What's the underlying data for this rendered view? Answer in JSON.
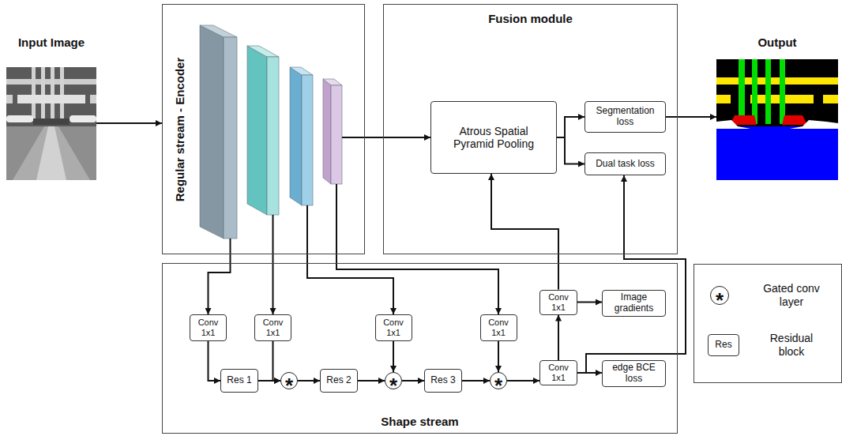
{
  "diagram": {
    "nodes": [
      {
        "text": [
          "Input Image"
        ]
      },
      {
        "text": [
          "Regular stream - Encoder"
        ]
      },
      {
        "text": [
          "Fusion module"
        ]
      },
      {
        "text": [
          "Atrous Spatial Pyramid Pooling"
        ],
        "in": 2
      },
      {
        "text": [
          "Segmentation loss"
        ],
        "in": 2
      },
      {
        "text": [
          "Dual task loss"
        ],
        "in": 2
      },
      {
        "text": [
          "Output"
        ]
      },
      {
        "text": [
          "Shape stream"
        ]
      },
      {
        "text": [
          "Conv 1x1"
        ],
        "in": 7
      },
      {
        "text": [
          "Conv 1x1"
        ],
        "in": 7
      },
      {
        "text": [
          "Conv 1x1"
        ],
        "in": 7
      },
      {
        "text": [
          "Conv 1x1"
        ],
        "in": 7
      },
      {
        "text": [
          "Conv 1x1"
        ],
        "in": 7
      },
      {
        "text": [
          "Image gradients"
        ],
        "in": 7
      },
      {
        "text": [
          "Res 1"
        ],
        "in": 7
      },
      {
        "text": [
          "*"
        ],
        "in": 7
      },
      {
        "text": [
          "Res 2"
        ],
        "in": 7
      },
      {
        "text": [
          "*"
        ],
        "in": 7
      },
      {
        "text": [
          "Res 3"
        ],
        "in": 7
      },
      {
        "text": [
          "*"
        ],
        "in": 7
      },
      {
        "text": [
          "Conv 1x1"
        ],
        "in": 7
      },
      {
        "text": [
          "edge BCE loss"
        ],
        "in": 7
      }
    ],
    "edges": [
      {
        "from": 0,
        "to": 1,
        "arrow": "to"
      },
      {
        "from": 1,
        "to": 3,
        "arrow": "to"
      },
      {
        "from": 3,
        "to": 4,
        "arrow": "to"
      },
      {
        "from": 3,
        "to": 5,
        "arrow": "to"
      },
      {
        "from": 4,
        "to": 6,
        "arrow": "to"
      },
      {
        "from": 1,
        "to": 8,
        "arrow": "to"
      },
      {
        "from": 1,
        "to": 9,
        "arrow": "to"
      },
      {
        "from": 1,
        "to": 10,
        "arrow": "to"
      },
      {
        "from": 1,
        "to": 11,
        "arrow": "to"
      },
      {
        "from": 8,
        "to": 14,
        "arrow": "to"
      },
      {
        "from": 14,
        "to": 15,
        "arrow": "to"
      },
      {
        "from": 9,
        "to": 15,
        "arrow": "to"
      },
      {
        "from": 15,
        "to": 16,
        "arrow": "to"
      },
      {
        "from": 16,
        "to": 17,
        "arrow": "to"
      },
      {
        "from": 10,
        "to": 17,
        "arrow": "to"
      },
      {
        "from": 17,
        "to": 18,
        "arrow": "to"
      },
      {
        "from": 18,
        "to": 19,
        "arrow": "to"
      },
      {
        "from": 11,
        "to": 19,
        "arrow": "to"
      },
      {
        "from": 19,
        "to": 20,
        "arrow": "to"
      },
      {
        "from": 20,
        "to": 12,
        "arrow": "to"
      },
      {
        "from": 20,
        "to": 21,
        "arrow": "to"
      },
      {
        "from": 12,
        "to": 13,
        "arrow": "to"
      },
      {
        "from": 12,
        "to": 3,
        "arrow": "to"
      },
      {
        "from": 20,
        "to": 5,
        "arrow": "to"
      }
    ],
    "labels": [
      "*",
      "Res"
    ],
    "legend": [
      {
        "text": "Gated conv layer"
      },
      {
        "text": "Residual block"
      }
    ]
  }
}
